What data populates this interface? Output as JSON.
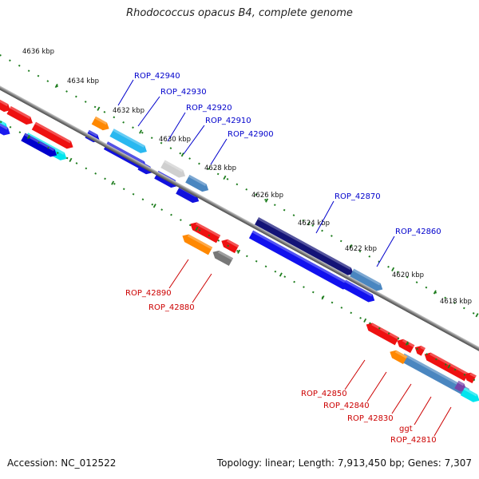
{
  "title": "Rhodococcus opacus B4, complete genome",
  "footer": {
    "accession": "Accession: NC_012522",
    "summary": "Topology: linear; Length: 7,913,450 bp; Genes: 7,307"
  },
  "colors": {
    "backbone": "#8a8a8a",
    "tick": "#1e7d1e",
    "forward_label": "#0000cc",
    "reverse_label": "#cc0000"
  },
  "kbp_ticks": [
    "4636 kbp",
    "4634 kbp",
    "4632 kbp",
    "4630 kbp",
    "4628 kbp",
    "4626 kbp",
    "4624 kbp",
    "4622 kbp",
    "4620 kbp",
    "4618 kbp"
  ],
  "forward_labels": [
    "ROP_42940",
    "ROP_42930",
    "ROP_42920",
    "ROP_42910",
    "ROP_42900",
    "ROP_42870",
    "ROP_42860"
  ],
  "reverse_labels": [
    "ROP_42890",
    "ROP_42880",
    "ROP_42850",
    "ROP_42840",
    "ROP_42830",
    "ggt",
    "ROP_42810"
  ]
}
